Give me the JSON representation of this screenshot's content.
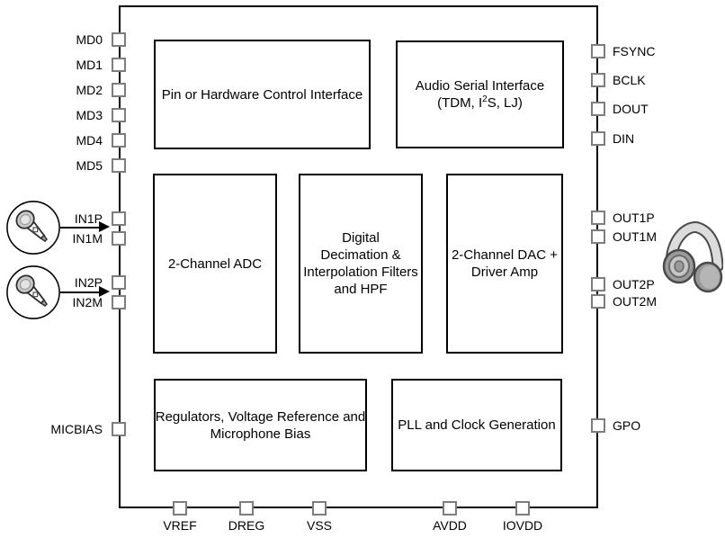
{
  "title": "Audio codec functional block diagram",
  "colors": {
    "background": "#ffffff",
    "line": "#000000",
    "pin_border": "#7d7d7d",
    "pin_fill": "#ffffff",
    "icon_light_gray": "#c9c9c9",
    "icon_mid_gray": "#9a9a9a",
    "icon_dark": "#3c3c3c"
  },
  "blocks": {
    "pin_ctrl": {
      "lines": [
        "Pin or Hardware Control Interface"
      ]
    },
    "asi": {
      "line1": "Audio Serial Interface",
      "line2_pre": "(TDM, I",
      "line2_sup": "2",
      "line2_post": "S, LJ)"
    },
    "adc": {
      "lines": [
        "2-Channel ADC"
      ]
    },
    "dsp": {
      "lines": [
        "Digital",
        "Decimation &",
        "Interpolation Filters",
        "and HPF"
      ]
    },
    "dac": {
      "lines": [
        "2-Channel DAC +",
        "Driver Amp"
      ]
    },
    "reg": {
      "lines": [
        "Regulators, Voltage Reference and",
        "Microphone Bias"
      ]
    },
    "pll": {
      "lines": [
        "PLL and Clock Generation"
      ]
    }
  },
  "pins": {
    "left": [
      "MD0",
      "MD1",
      "MD2",
      "MD3",
      "MD4",
      "MD5",
      "IN1P",
      "IN1M",
      "IN2P",
      "IN2M",
      "MICBIAS"
    ],
    "right": [
      "FSYNC",
      "BCLK",
      "DOUT",
      "DIN",
      "OUT1P",
      "OUT1M",
      "OUT2P",
      "OUT2M",
      "GPO"
    ],
    "bottom": [
      "VREF",
      "DREG",
      "VSS",
      "AVDD",
      "IOVDD"
    ]
  },
  "icons": {
    "mic1": "microphone-icon",
    "mic2": "microphone-icon",
    "headphones": "headphones-icon"
  }
}
